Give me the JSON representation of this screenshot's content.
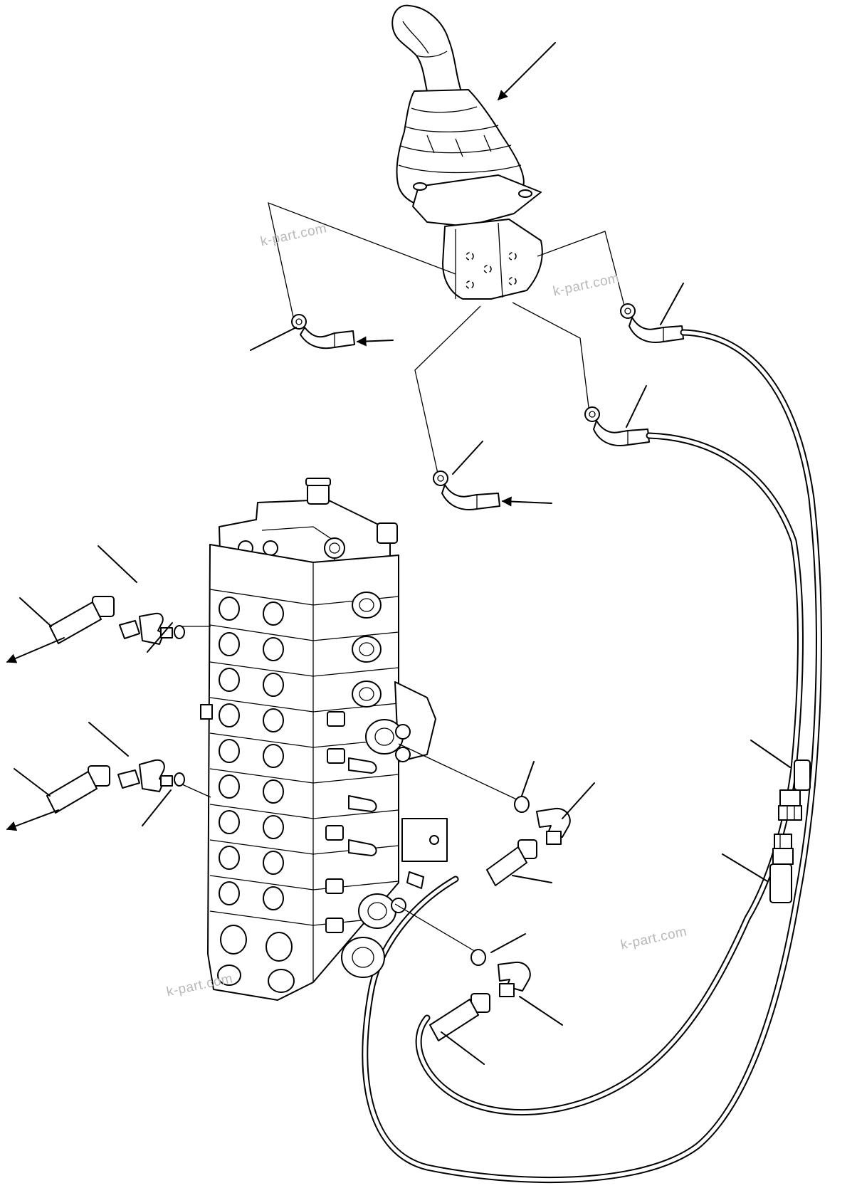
{
  "watermarks": [
    {
      "text": "k-part.com"
    },
    {
      "text": "k-part.com"
    },
    {
      "text": "k-part.com"
    },
    {
      "text": "k-part.com"
    }
  ]
}
